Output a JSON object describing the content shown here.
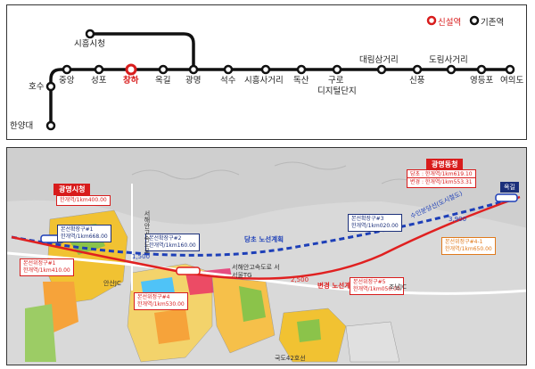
{
  "legend": {
    "new_station": "신설역",
    "existing_station": "기존역"
  },
  "line_map": {
    "stations": {
      "siheung_city_hall": "시흥시청",
      "hanyangdae": "한양대",
      "hosu": "호수",
      "jungang": "중앙",
      "seongpo": "성포",
      "haha": "창하",
      "okgil": "옥길",
      "gwangmyeong": "광명",
      "seoksu": "석수",
      "siheung_sageori": "시흥사거리",
      "doksan": "독산",
      "guro_line1": "구로",
      "guro_line2": "디지털단지",
      "daerim_sageori": "대림삼거리",
      "sinpung": "신풍",
      "dorim_sageori": "도림사거리",
      "yeongdeungpo": "영등포",
      "yeouido": "여의도"
    }
  },
  "map": {
    "title_left": "광명시청",
    "title_right": "광명동청",
    "tag_okgil": "옥길",
    "route_initial": "당초 노선계획",
    "route_changed": "변경 노선계획",
    "note_left": "한개역/1km400.00",
    "note_right_1": "당초 : 한개역/1km619.10",
    "note_right_2": "변경 : 한개역/1km553.31",
    "box_1": "본선확장구#1",
    "box_1_sub": "한개역/1km668.00",
    "box_2": "본선확장구#2",
    "box_2_sub": "한개역/1km160.00",
    "box_3": "본선확장구#3",
    "box_3_sub": "한개역/1km020.00",
    "box_4": "본선위정구#4",
    "box_4_sub": "한개역/1km530.00",
    "box_5": "본선위정구#5",
    "box_5_sub": "한개역/1km050.00",
    "box_6": "본선위정구#4-1",
    "box_6_sub": "한개역/1km650.00",
    "box_7": "본선위정구#1",
    "box_7_sub": "한개역/1km410.00",
    "label_anyang_jc": "안산JC",
    "label_jobu_jc": "조남JC",
    "label_road_42": "국도42호선",
    "label_tollgate": "서해안고속도로 서서울TG",
    "label_western_road": "서해안고속도로",
    "label_suin_road": "수인분당선(도시철도)",
    "km_1": "1,500",
    "km_2": "2,500",
    "km_3": "3,900"
  },
  "colors": {
    "new": "#d81c1c",
    "existing": "#222222",
    "blue_route": "#1d3fb8",
    "red_route": "#e02020"
  }
}
